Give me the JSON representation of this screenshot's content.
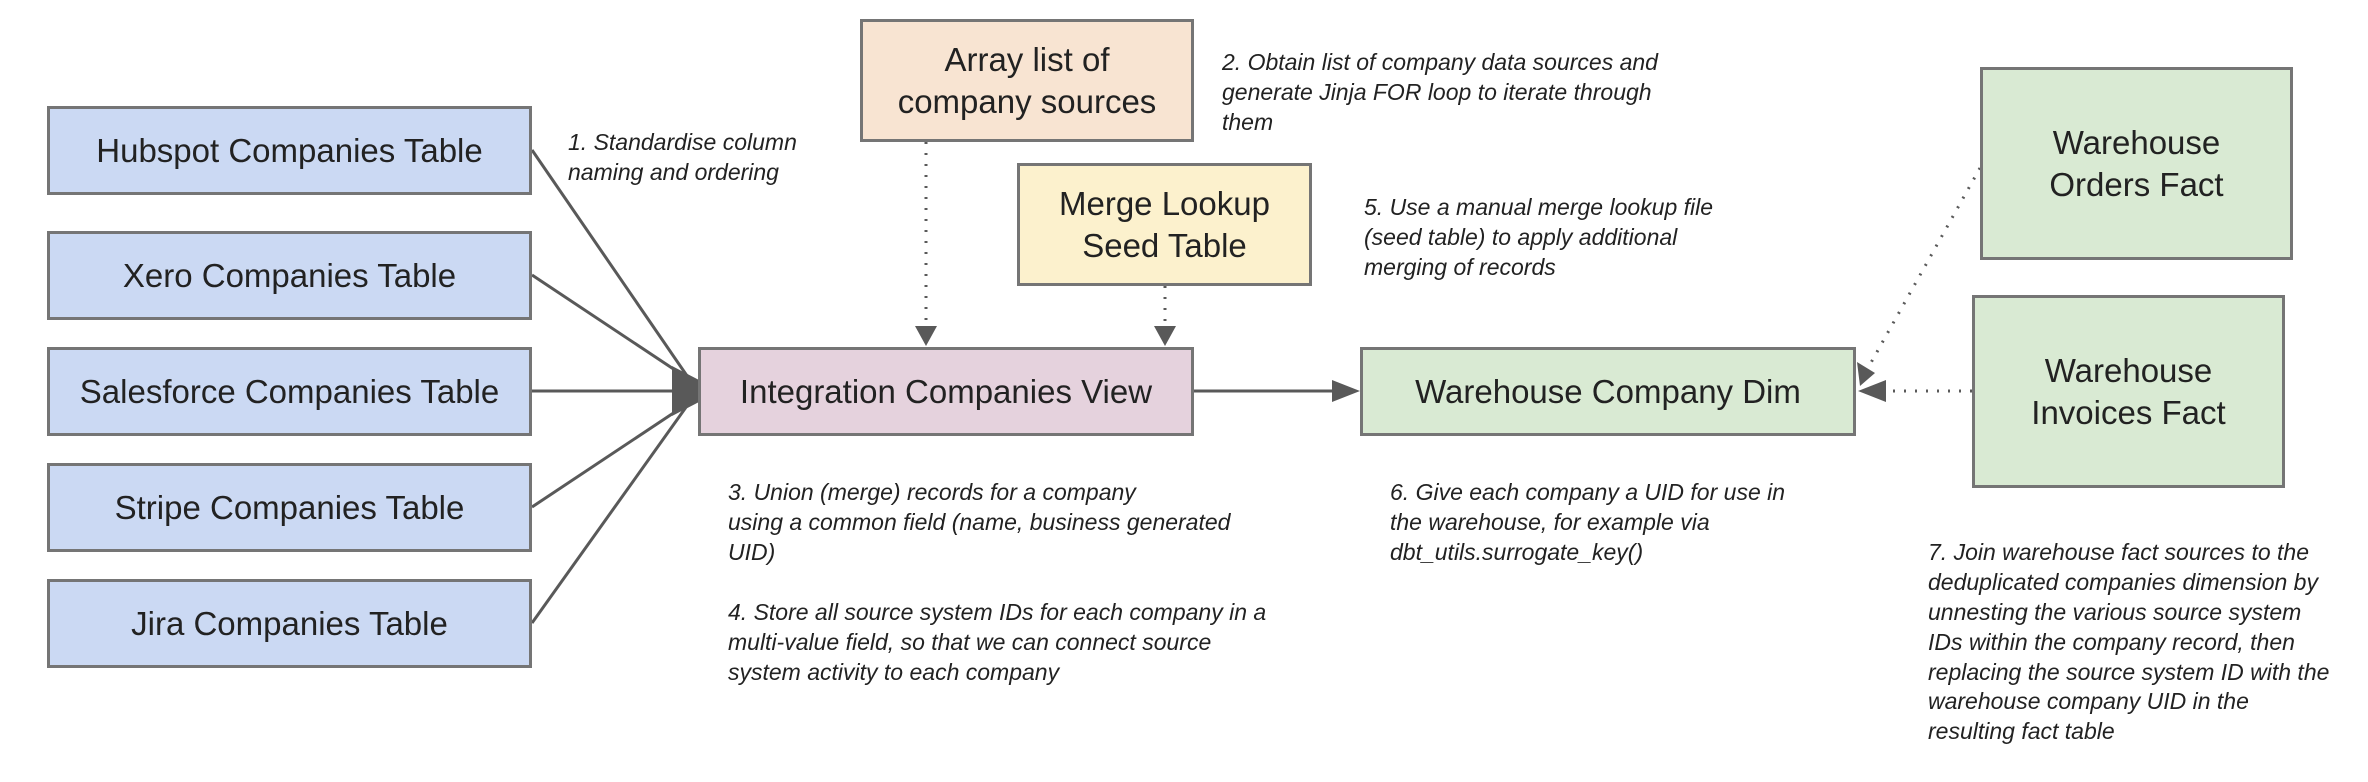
{
  "colors": {
    "source_fill": "#cbd9f3",
    "array_fill": "#f8e4d2",
    "lookup_fill": "#fcf1cd",
    "integration_fill": "#e5d2dd",
    "warehouse_fill": "#d9ead3",
    "line": "#595959",
    "box_border": "#757575"
  },
  "sources": [
    {
      "label": "Hubspot Companies Table"
    },
    {
      "label": "Xero Companies Table"
    },
    {
      "label": "Salesforce Companies Table"
    },
    {
      "label": "Stripe Companies Table"
    },
    {
      "label": "Jira Companies Table"
    }
  ],
  "array_list": {
    "label": "Array list of\ncompany sources"
  },
  "merge_lookup": {
    "label": "Merge Lookup\nSeed Table"
  },
  "integration_view": {
    "label": "Integration Companies View"
  },
  "company_dim": {
    "label": "Warehouse Company Dim"
  },
  "orders_fact": {
    "label": "Warehouse\nOrders Fact"
  },
  "invoices_fact": {
    "label": "Warehouse\nInvoices Fact"
  },
  "notes": {
    "note1": "1. Standardise column\nnaming and ordering",
    "note2": "2. Obtain list of company data sources and\ngenerate Jinja FOR loop to iterate through\nthem",
    "note3": "3. Union (merge) records for a company\nusing a common field (name, business generated\nUID)",
    "note4": "4. Store all source system IDs for each company in a\nmulti-value field, so that we can connect source\nsystem activity to each company",
    "note5": "5. Use a manual merge lookup file\n(seed table) to apply additional\nmerging of records",
    "note6": "6. Give each company a UID for use in\nthe warehouse, for example via\ndbt_utils.surrogate_key()",
    "note7": "7. Join warehouse fact sources to the\ndeduplicated companies dimension by\nunnesting the various source system\nIDs within the company record, then\nreplacing the source system ID with the\nwarehouse company UID in the\nresulting fact table"
  }
}
